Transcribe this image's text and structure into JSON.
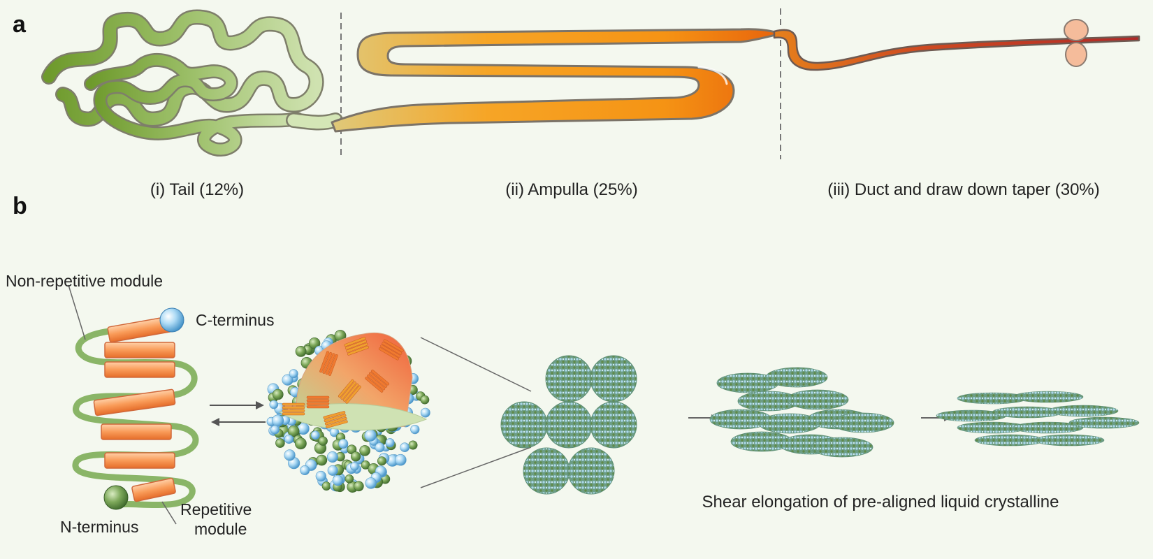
{
  "panel_a": {
    "letter": "a",
    "sections": [
      {
        "caption": "(i) Tail (12%)"
      },
      {
        "caption": "(ii) Ampulla (25%)"
      },
      {
        "caption": "(iii) Duct and draw down taper (30%)"
      }
    ]
  },
  "panel_b": {
    "letter": "b",
    "labels": {
      "non_repetitive": "Non-repetitive module",
      "c_terminus": "C-terminus",
      "n_terminus": "N-terminus",
      "repetitive_line1": "Repetitive",
      "repetitive_line2": "module",
      "shear": "Shear elongation of pre-aligned liquid crystalline"
    }
  },
  "colors": {
    "background": "#f4f8ef",
    "tail_green": "#9dc06a",
    "ampulla_orange": "#f5a21c",
    "duct_red": "#c8401e",
    "helix_orange": "#f89a5a",
    "chain_green": "#8fb76a",
    "bead_blue": "#9fd0ee",
    "bead_green": "#6f9a4e"
  }
}
